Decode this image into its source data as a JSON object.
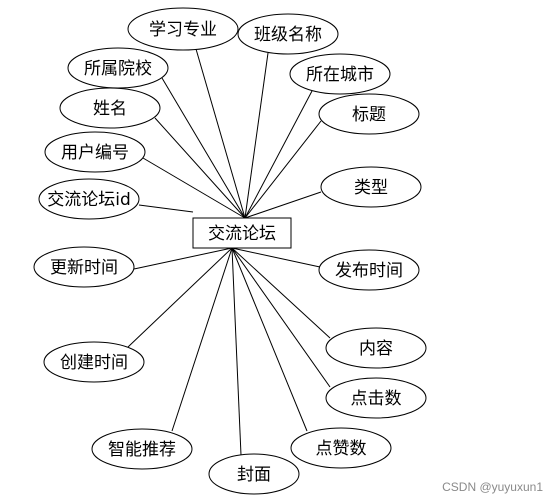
{
  "entity": {
    "name": "交流论坛"
  },
  "attributes": [
    {
      "label": "学习专业"
    },
    {
      "label": "班级名称"
    },
    {
      "label": "所属院校"
    },
    {
      "label": "所在城市"
    },
    {
      "label": "姓名"
    },
    {
      "label": "标题"
    },
    {
      "label": "用户编号"
    },
    {
      "label": "类型"
    },
    {
      "label": "交流论坛id"
    },
    {
      "label": "更新时间"
    },
    {
      "label": "发布时间"
    },
    {
      "label": "内容"
    },
    {
      "label": "创建时间"
    },
    {
      "label": "点击数"
    },
    {
      "label": "智能推荐"
    },
    {
      "label": "点赞数"
    },
    {
      "label": "封面"
    }
  ],
  "watermark": "CSDN @yuyuxun1"
}
